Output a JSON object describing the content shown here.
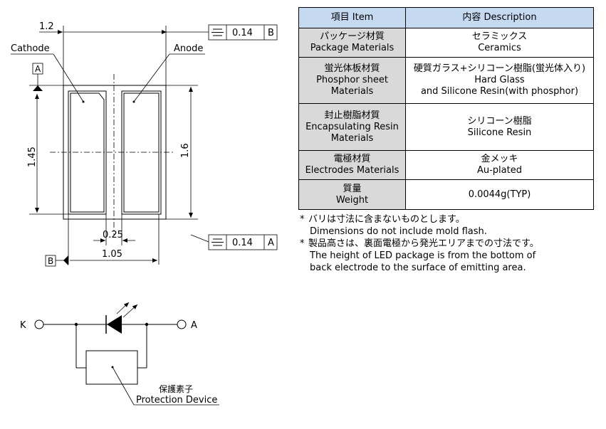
{
  "drawing": {
    "dims": {
      "width_top": "1.2",
      "height_left": "1.45",
      "height_right": "1.6",
      "gap": "0.25",
      "width_bottom": "1.05"
    },
    "labels": {
      "cathode": "Cathode",
      "anode": "Anode"
    },
    "datums": {
      "a": "A",
      "b": "B"
    },
    "tolerance_frames": [
      {
        "symbol": "⌯",
        "value": "0.14",
        "datum": "B"
      },
      {
        "symbol": "⌯",
        "value": "0.14",
        "datum": "A"
      }
    ]
  },
  "circuit": {
    "k_label": "K",
    "a_label": "A",
    "protection_jp": "保護素子",
    "protection_en": "Protection Device"
  },
  "table": {
    "header": {
      "item": "項目 Item",
      "description": "内容 Description"
    },
    "rows": [
      {
        "item": [
          "パッケージ材質",
          "Package Materials"
        ],
        "description": [
          "セラミックス",
          "Ceramics"
        ]
      },
      {
        "item": [
          "蛍光体板材質",
          "Phosphor sheet",
          "Materials"
        ],
        "description": [
          "硬質ガラス+シリコーン樹脂(蛍光体入り)",
          "Hard Glass",
          "and Silicone Resin(with phosphor)"
        ]
      },
      {
        "item": [
          "封止樹脂材質",
          "Encapsulating Resin",
          "Materials"
        ],
        "description": [
          "シリコーン樹脂",
          "Silicone Resin"
        ]
      },
      {
        "item": [
          "電極材質",
          "Electrodes Materials"
        ],
        "description": [
          "金メッキ",
          "Au-plated"
        ]
      },
      {
        "item": [
          "質量",
          "Weight"
        ],
        "description": [
          "0.0044g(TYP)"
        ]
      }
    ]
  },
  "notes": [
    {
      "mark": "*",
      "jp": "バリは寸法に含まないものとします。",
      "en": [
        "Dimensions do not include mold flash."
      ]
    },
    {
      "mark": "*",
      "jp": "製品高さは、裏面電極から発光エリアまでの寸法です。",
      "en": [
        "The height of LED package is from the bottom of",
        "back electrode to the surface of emitting area."
      ]
    }
  ]
}
